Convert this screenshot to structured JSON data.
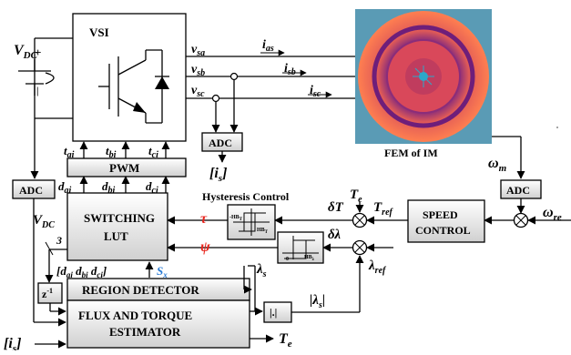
{
  "labels": {
    "vdc_top": "V",
    "vdc_top_sub": "DC",
    "plus": "+",
    "minus": "|",
    "vsi": "VSI",
    "vsa": "v",
    "vsa_sub": "sa",
    "vsb": "v",
    "vsb_sub": "sb",
    "vsc": "v",
    "vsc_sub": "sc",
    "ias": "i",
    "ias_sub": "as",
    "isb": "i",
    "isb_sub": "sb",
    "isc": "i",
    "isc_sub": "sc",
    "adc_current": "ADC",
    "is_bracket": "[i",
    "is_bracket_sub": "s",
    "is_bracket_end": "]",
    "fem": "FEM of IM",
    "omega_m": "ω",
    "omega_m_sub": "m",
    "adc_speed": "ADC",
    "omega_ref": "ω",
    "omega_ref_sub": "re",
    "tai": "t",
    "tai_sub": "ai",
    "tbi": "t",
    "tbi_sub": "bi",
    "tci": "t",
    "tci_sub": "ci",
    "pwm": "PWM",
    "dai": "d",
    "dai_sub": "ai",
    "dbi": "d",
    "dbi_sub": "bi",
    "dci": "d",
    "dci_sub": "ci",
    "adc_dc": "ADC",
    "vdc_bottom": "V",
    "vdc_bottom_sub": "DC",
    "hysteresis": "Hysteresis Control",
    "hb_t_neg": "-HB",
    "hb_t_neg_sub": "T",
    "hb_t_pos": "HB",
    "hb_t_pos_sub": "T",
    "hb_l_zero": "0",
    "hb_l_pos": "HB",
    "hb_l_pos_sub": "λ",
    "te_in": "T",
    "te_in_sub": "e",
    "delta_t": "δT",
    "t_ref": "T",
    "t_ref_sub": "ref",
    "delta_lambda": "δλ",
    "lambda_ref": "λ",
    "lambda_ref_sub": "ref",
    "speed_control_1": "SPEED",
    "speed_control_2": "CONTROL",
    "switching_1": "SWITCHING",
    "switching_2": "LUT",
    "tau": "τ",
    "psi": "ψ",
    "three": "3",
    "d_vector": "[d",
    "d_vector_ai": "ai",
    "d_vector_d2": " d",
    "d_vector_bi": "bi",
    "d_vector_d3": " d",
    "d_vector_ci": "ci",
    "d_vector_end": "]",
    "sx": "S",
    "sx_sub": "x",
    "z_inv": "z",
    "z_inv_sup": "-1",
    "region": "REGION DETECTOR",
    "lambda_s": "λ",
    "lambda_s_sub": "s",
    "abs_block": "|.|",
    "abs_lambda_pre": "|λ",
    "abs_lambda_sub": "s",
    "abs_lambda_post": "|",
    "flux_1": "FLUX AND TORQUE",
    "flux_2": "ESTIMATOR",
    "is_bottom": "[i",
    "is_bottom_sub": "s",
    "is_bottom_end": "]",
    "te_out": "T",
    "te_out_sub": "e"
  },
  "colors": {
    "text": "#000000",
    "tau_psi": "#e8241c",
    "sx": "#2a7bd4",
    "block_top": "#ffffff",
    "block_bottom": "#d0d0d0",
    "fem_background": "#5a9bb5"
  }
}
